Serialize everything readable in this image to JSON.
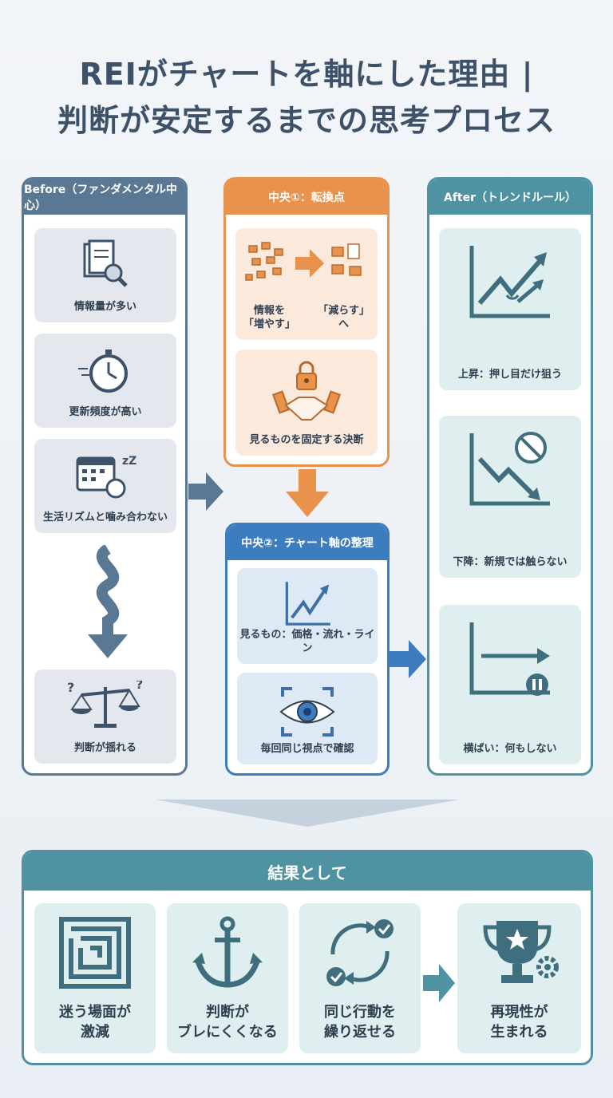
{
  "title": {
    "line1": "REIがチャートを軸にした理由 |",
    "line2": "判断が安定するまでの思考プロセス"
  },
  "before": {
    "header": "Before（ファンダメンタル中心）",
    "items": [
      {
        "label": "情報量が多い",
        "icon": "document-search-icon"
      },
      {
        "label": "更新頻度が高い",
        "icon": "stopwatch-icon"
      },
      {
        "label": "生活リズムと噛み合わない",
        "icon": "calendar-sleep-icon"
      },
      {
        "label": "判断が揺れる",
        "icon": "scale-question-icon"
      }
    ]
  },
  "center1": {
    "header": "中央①：転換点",
    "items": [
      {
        "label_left": "情報を\n「増やす」",
        "label_right": "「減らす」\nへ",
        "icon": "reduce-info-icon"
      },
      {
        "label": "見るものを固定する決断",
        "icon": "lock-handshake-icon"
      }
    ]
  },
  "center2": {
    "header": "中央②：チャート軸の整理",
    "items": [
      {
        "label": "見るもの：価格・流れ・ライン",
        "icon": "chart-up-icon"
      },
      {
        "label": "毎回同じ視点で確認",
        "icon": "eye-focus-icon"
      }
    ]
  },
  "after": {
    "header": "After（トレンドルール）",
    "items": [
      {
        "label": "上昇：押し目だけ狙う",
        "icon": "uptrend-icon"
      },
      {
        "label": "下降：新規では触らない",
        "icon": "downtrend-stop-icon"
      },
      {
        "label": "横ばい：何もしない",
        "icon": "sideways-pause-icon"
      }
    ]
  },
  "result": {
    "header": "結果として",
    "items": [
      {
        "label": "迷う場面が\n激減",
        "icon": "maze-icon"
      },
      {
        "label": "判断が\nブレにくくなる",
        "icon": "anchor-icon"
      },
      {
        "label": "同じ行動を\n繰り返せる",
        "icon": "cycle-check-icon"
      },
      {
        "label": "再現性が\n生まれる",
        "icon": "trophy-gear-icon"
      }
    ]
  },
  "colors": {
    "before": "#5a7793",
    "center1": "#e8924b",
    "center2": "#3d7dbf",
    "after": "#4f93a3",
    "title": "#3d5269"
  }
}
